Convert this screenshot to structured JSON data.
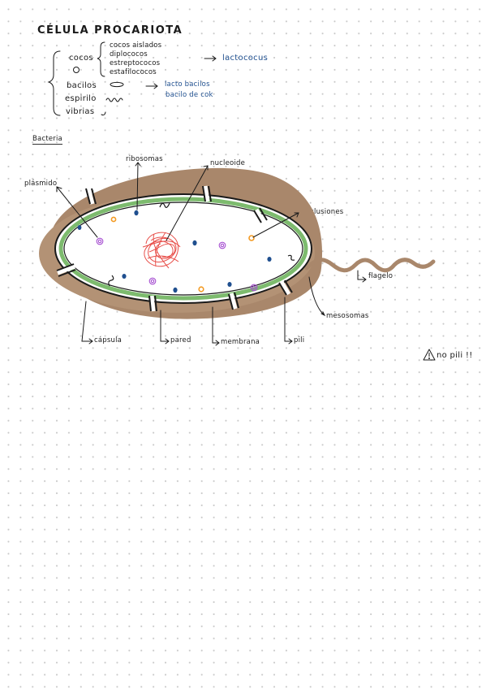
{
  "title": "CÉLULA PROCARIOTA",
  "shapes": {
    "cocos": {
      "label": "cocos",
      "types": [
        "cocos aislados",
        "diplococos",
        "estreptococos",
        "estafilococos"
      ],
      "example": "lactococus"
    },
    "bacilos": {
      "label": "bacilos",
      "examples": [
        "lacto bacilos",
        "bacilo de cok"
      ]
    },
    "espirilo": {
      "label": "espirilo"
    },
    "vibrias": {
      "label": "vibrias"
    }
  },
  "section_title": "Bacteria",
  "diagram_labels": {
    "plasmido": "plásmido",
    "ribosomas": "ribosomas",
    "nucleoide": "nucleoide",
    "inclusiones": "inclusiones",
    "flagelo": "flagelo",
    "mesosomas": "mesosomas",
    "capsula": "cápsula",
    "pared": "pared",
    "membrana": "membrana",
    "pili": "pili"
  },
  "note": "no pili !!",
  "colors": {
    "capsule": "#a9876b",
    "membrane": "#7dbb6e",
    "ribosome": "#1f4f8f",
    "plasmid": "#a64fd1",
    "inclusion": "#f39a22",
    "nucleoid": "#e8504b",
    "ink": "#1a1a1a"
  }
}
